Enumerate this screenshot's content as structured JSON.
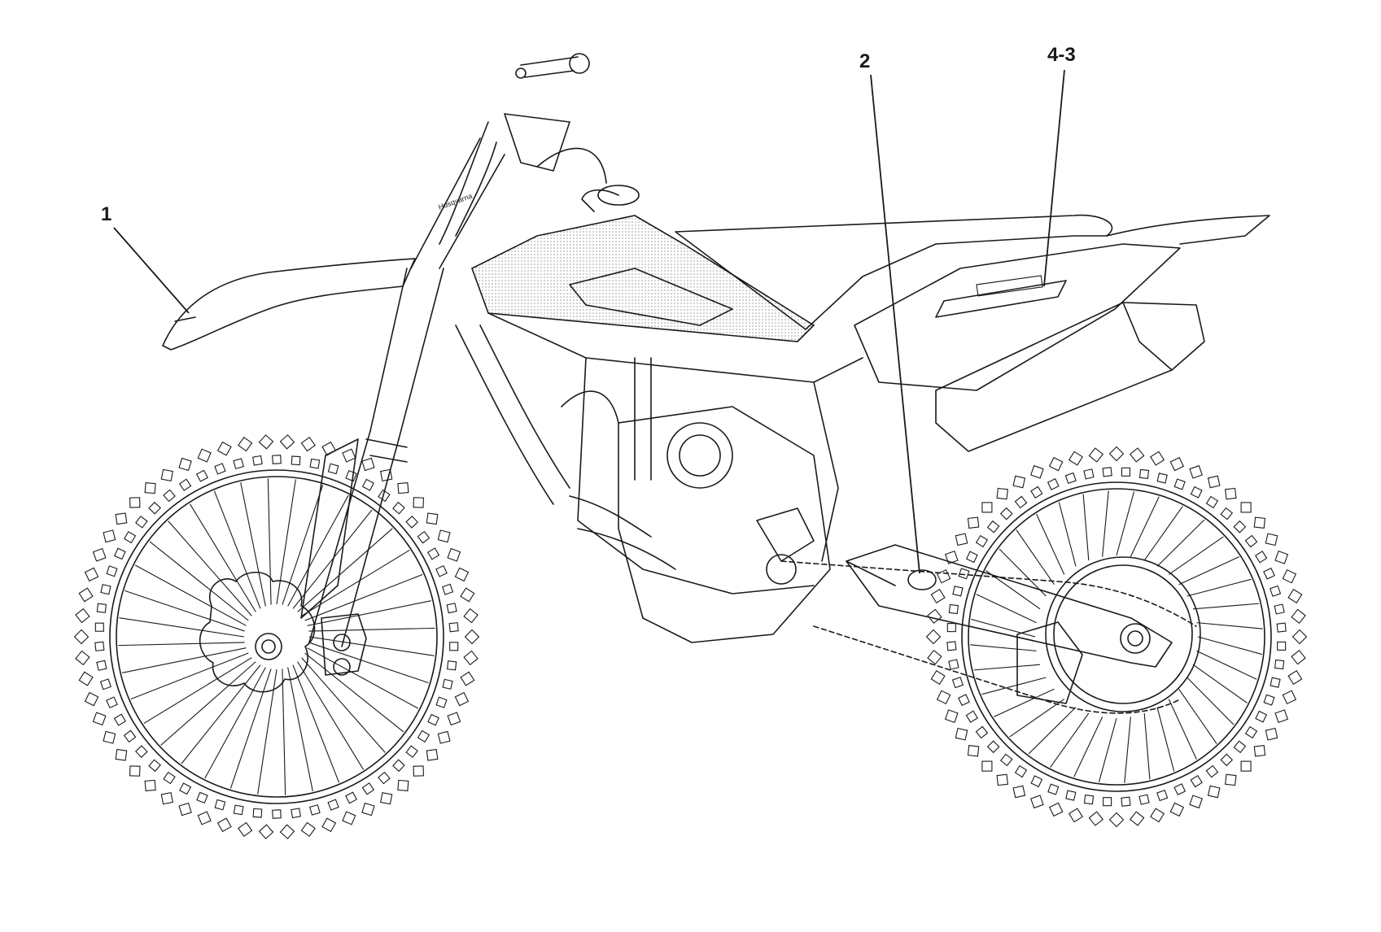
{
  "callouts": [
    {
      "id": "1",
      "label": "1"
    },
    {
      "id": "2",
      "label": "2"
    },
    {
      "id": "4-3",
      "label": "4-3"
    }
  ],
  "decals": {
    "brand_mark": "Husqvarna"
  },
  "colors": {
    "ink": "#1a1a1a",
    "shade": "#d9d9d9",
    "background": "#ffffff"
  }
}
